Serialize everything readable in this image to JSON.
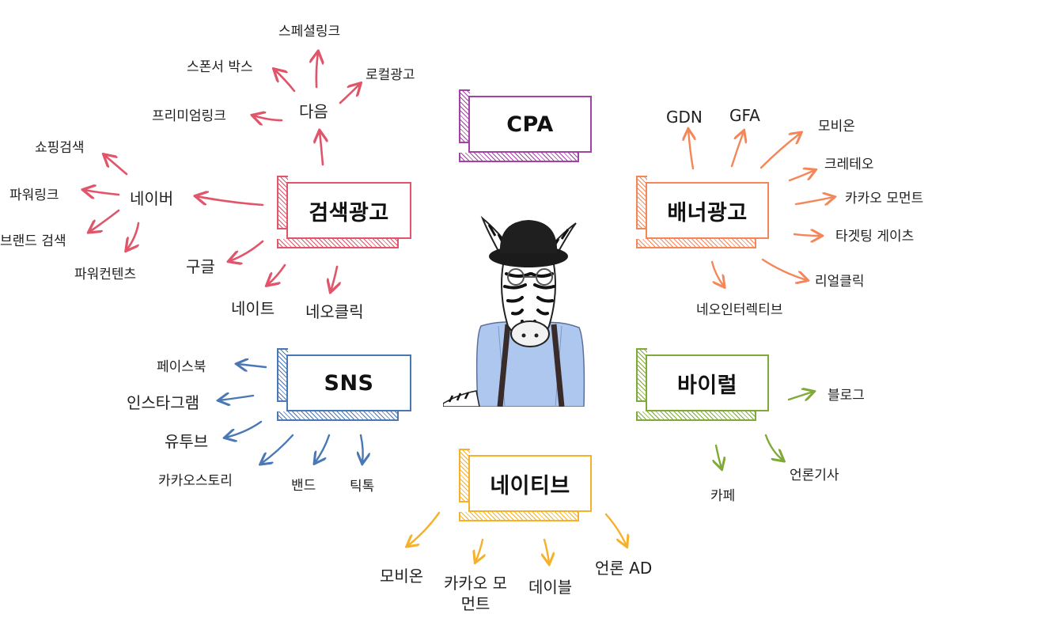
{
  "colors": {
    "search": "#e05569",
    "cpa": "#a043a5",
    "banner": "#f4875a",
    "sns": "#4a78b5",
    "viral": "#7faa38",
    "native": "#f6b12a"
  },
  "categories": {
    "cpa": "CPA",
    "search": "검색광고",
    "banner": "배너광고",
    "sns": "SNS",
    "viral": "바이럴",
    "native": "네이티브"
  },
  "search": {
    "daum": "다음",
    "daum_items": [
      "스페셜링크",
      "스폰서 박스",
      "로컬광고",
      "프리미엄링크"
    ],
    "naver": "네이버",
    "naver_items": [
      "쇼핑검색",
      "파워링크",
      "브랜드 검색",
      "파워컨텐츠"
    ],
    "others": [
      "구글",
      "네이트",
      "네오클릭"
    ]
  },
  "banner": {
    "items": [
      "GDN",
      "GFA",
      "모비온",
      "크레테오",
      "카카오 모먼트",
      "타겟팅 게이츠",
      "리얼클릭",
      "네오인터렉티브"
    ]
  },
  "sns": {
    "items": [
      "페이스북",
      "인스타그램",
      "유투브",
      "카카오스토리",
      "밴드",
      "틱톡"
    ]
  },
  "viral": {
    "items": [
      "블로그",
      "언론기사",
      "카페"
    ]
  },
  "native": {
    "items": [
      "모비온",
      "카카오 모먼트",
      "데이블",
      "언론 AD"
    ]
  },
  "mascot": "zebra-mascot"
}
